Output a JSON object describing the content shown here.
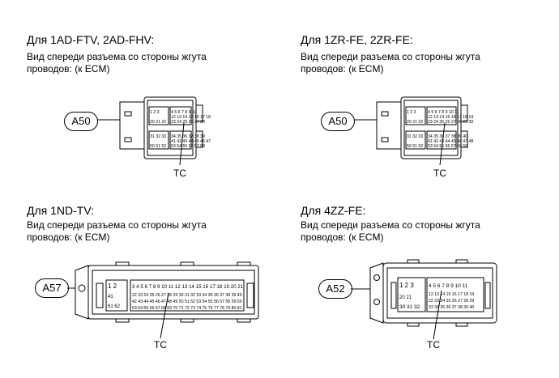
{
  "sections": [
    {
      "title": "Для 1AD-FTV, 2AD-FHV:",
      "desc_line1": "Вид спереди разъема со стороны жгута",
      "desc_line2": "проводов: (к ECM)",
      "connector": "A50",
      "terminal": "TC"
    },
    {
      "title": "Для 1ZR-FE, 2ZR-FE:",
      "desc_line1": "Вид спереди разъема со стороны жгута",
      "desc_line2": "проводов: (к ECM)",
      "connector": "A50",
      "terminal": "TC"
    },
    {
      "title": "Для 1ND-TV:",
      "desc_line1": "Вид спереди разъема со стороны жгута",
      "desc_line2": "проводов: (к ECM)",
      "connector": "A57",
      "terminal": "TC"
    },
    {
      "title": "Для 4ZZ-FE:",
      "desc_line1": "Вид спереди разъема со стороны жгута",
      "desc_line2": "проводов: (к ECM)",
      "connector": "A52",
      "terminal": "TC"
    }
  ]
}
